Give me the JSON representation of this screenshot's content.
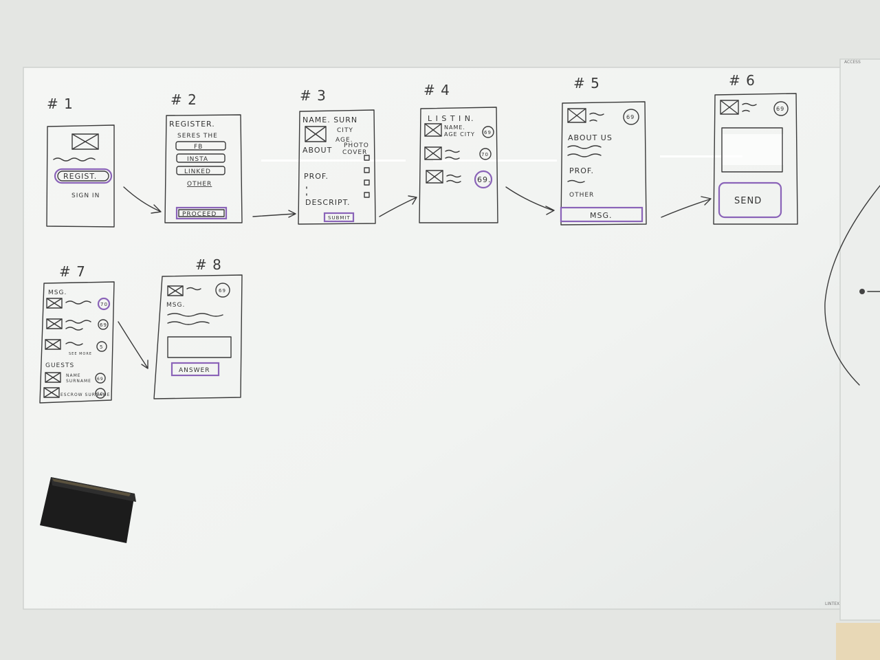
{
  "frames": [
    {
      "number": "# 1",
      "texts": {
        "register": "REGIST.",
        "signin": "SIGN IN"
      }
    },
    {
      "number": "# 2",
      "texts": {
        "title": "REGISTER.",
        "subtitle": "SERES THE",
        "fb": "FB",
        "insta": "INSTA",
        "linked": "LINKED",
        "other": "OTHER",
        "proceed": "PROCEED"
      }
    },
    {
      "number": "# 3",
      "texts": {
        "name": "NAME. SURN",
        "city": "CITY",
        "age": "AGE.",
        "photo": "PHOTO",
        "cover": "COVER",
        "about": "ABOUT",
        "prof": "PROF.",
        "descript": "DESCRIPT.",
        "submit": "SUBMIT"
      }
    },
    {
      "number": "# 4",
      "texts": {
        "title": "L I S T I N.",
        "name": "NAME.",
        "agecity": "AGE CITY",
        "badge1": "69",
        "badge2": "70",
        "badge3": "69."
      }
    },
    {
      "number": "# 5",
      "texts": {
        "badge": "69",
        "about": "ABOUT US",
        "prof": "PROF.",
        "other": "OTHER",
        "msg": "MSG."
      }
    },
    {
      "number": "# 6",
      "texts": {
        "badge": "69",
        "send": "SEND"
      }
    },
    {
      "number": "# 7",
      "texts": {
        "msg": "MSG.",
        "badge1": "70",
        "badge2": "69",
        "badge3": "5",
        "seemore": "SEE MORE",
        "guests": "GUESTS",
        "name": "NAME",
        "surname": "SURNAME",
        "badge4": "69",
        "badge5": "50",
        "subtitle": "ESCROW SURNAME"
      }
    },
    {
      "number": "# 8",
      "texts": {
        "badge": "69",
        "msg": "MSG.",
        "answer": "ANSWER"
      }
    }
  ],
  "board_brand_top": "ACCESS",
  "board_brand_bottom": "LINTEX",
  "colors": {
    "wall": "#e9ebe8",
    "board": "#f3f4f2",
    "ink": "#3a3a3a",
    "highlight": "#8a63b8",
    "eraser": "#1c1c1c"
  }
}
